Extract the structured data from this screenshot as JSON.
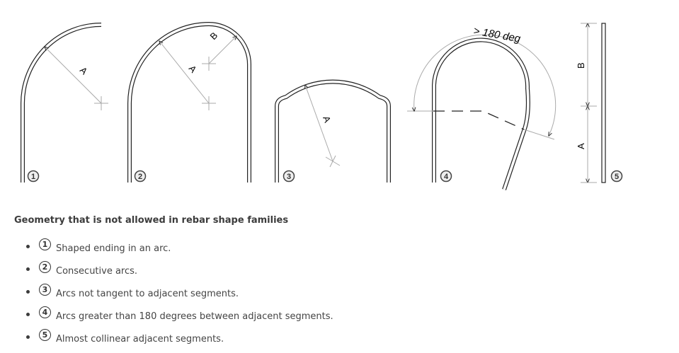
{
  "figure": {
    "dimension_labels": {
      "shape1_a": "A",
      "shape2_a": "A",
      "shape2_b": "B",
      "shape3_a": "A",
      "shape4_angle": "> 180 deg",
      "shape5_b": "B",
      "shape5_a": "A"
    },
    "callouts": [
      "1",
      "2",
      "3",
      "4",
      "5"
    ]
  },
  "section": {
    "heading": "Geometry that is not allowed in rebar shape families",
    "items": [
      {
        "num": "1",
        "text": "Shaped ending in an arc."
      },
      {
        "num": "2",
        "text": "Consecutive arcs."
      },
      {
        "num": "3",
        "text": "Arcs not tangent to adjacent segments."
      },
      {
        "num": "4",
        "text": "Arcs greater than 180 degrees between adjacent segments."
      },
      {
        "num": "5",
        "text": "Almost collinear adjacent segments."
      }
    ]
  }
}
